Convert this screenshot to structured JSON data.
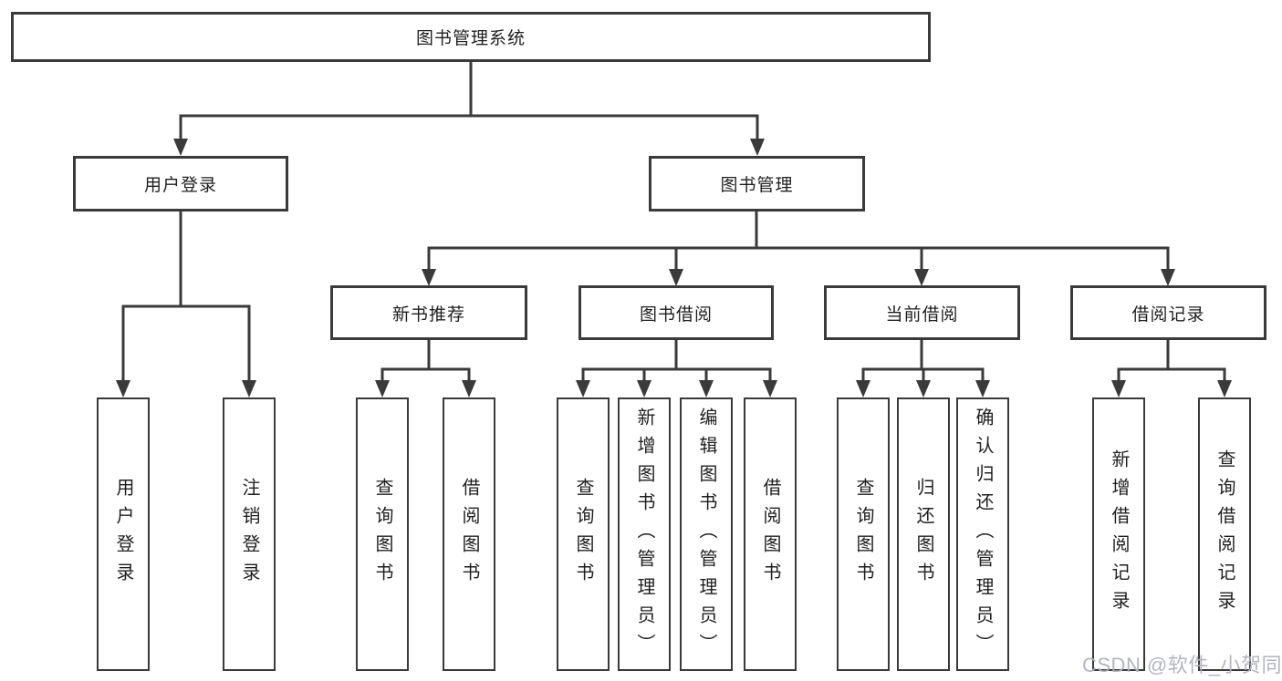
{
  "tree": {
    "root": "图书管理系统",
    "branches": [
      {
        "label": "用户登录",
        "leaves": [
          "用户登录",
          "注销登录"
        ]
      },
      {
        "label": "图书管理",
        "groups": [
          {
            "label": "新书推荐",
            "leaves": [
              "查询图书",
              "借阅图书"
            ]
          },
          {
            "label": "图书借阅",
            "leaves": [
              "查询图书",
              "新增图书（管理员）",
              "编辑图书（管理员）",
              "借阅图书"
            ]
          },
          {
            "label": "当前借阅",
            "leaves": [
              "查询图书",
              "归还图书",
              "确认归还（管理员）"
            ]
          },
          {
            "label": "借阅记录",
            "leaves": [
              "新增借阅记录",
              "查询借阅记录"
            ]
          }
        ]
      }
    ]
  },
  "colors": {
    "line": "#3a3a3a",
    "text": "#1f1f1f",
    "watermark": "#b0b2bc"
  },
  "watermark": "CSDN @软件_小贺同学"
}
